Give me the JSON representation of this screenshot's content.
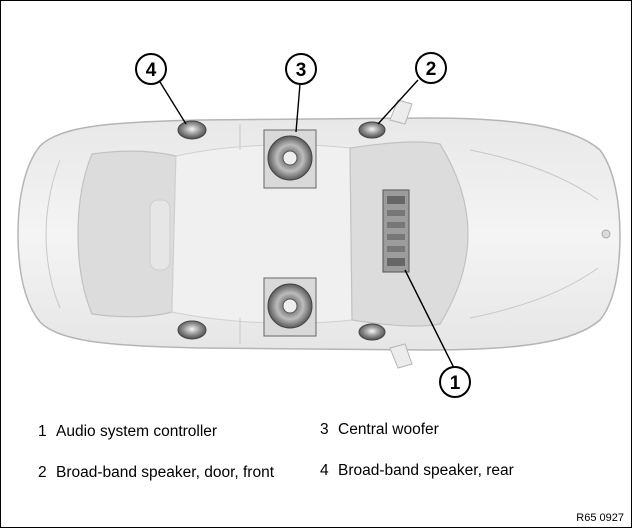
{
  "callouts": [
    {
      "id": "1",
      "label": "1"
    },
    {
      "id": "2",
      "label": "2"
    },
    {
      "id": "3",
      "label": "3"
    },
    {
      "id": "4",
      "label": "4"
    }
  ],
  "legend": [
    {
      "num": "1",
      "text": "Audio system controller"
    },
    {
      "num": "2",
      "text": "Broad-band speaker, door, front"
    },
    {
      "num": "3",
      "text": "Central woofer"
    },
    {
      "num": "4",
      "text": "Broad-band speaker, rear"
    }
  ],
  "reference": "R65 0927"
}
